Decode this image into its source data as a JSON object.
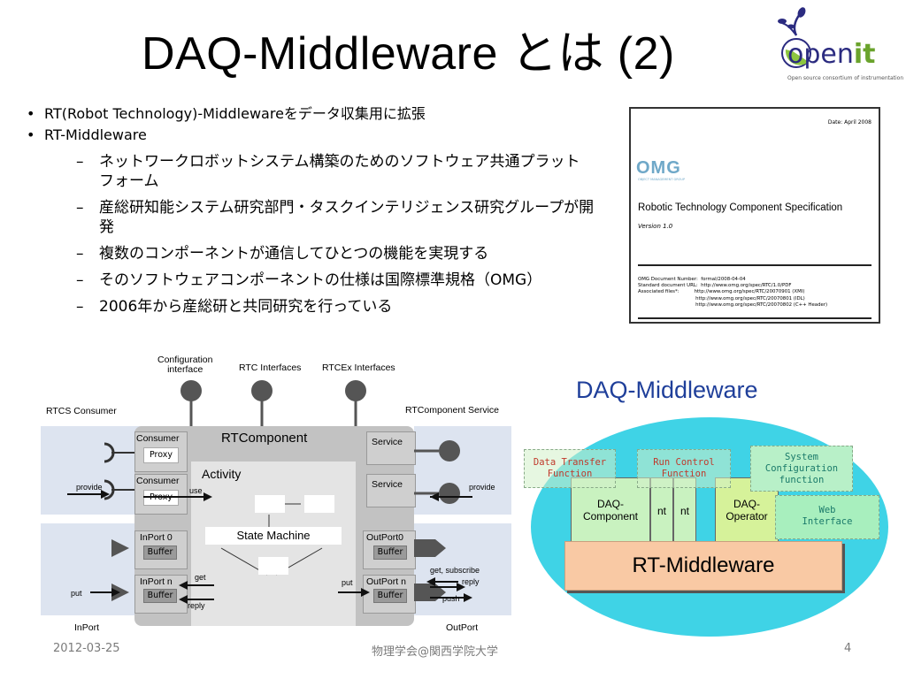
{
  "slide": {
    "title": "DAQ-Middleware とは (2)",
    "logo": {
      "main": "open",
      "accent": "it",
      "subtitle": "Open source consortium of instrumentation"
    },
    "bullets": [
      {
        "text": "RT(Robot Technology)-Middlewareをデータ収集用に拡張",
        "sub": []
      },
      {
        "text": "RT-Middleware",
        "sub": [
          "ネットワークロボットシステム構築のためのソフトウェア共通プラットフォーム",
          "産総研知能システム研究部門・タスクインテリジェンス研究グループが開発",
          "複数のコンポーネントが通信してひとつの機能を実現する",
          "そのソフトウェアコンポーネントの仕様は国際標準規格（OMG）",
          "2006年から産総研と共同研究を行っている"
        ]
      }
    ],
    "footer": {
      "date": "2012-03-25",
      "venue": "物理学会@関西学院大学",
      "page": "4"
    }
  },
  "doc": {
    "date": "Date: April 2008",
    "omg": "OMG",
    "omg_sub": "OBJECT MANAGEMENT GROUP",
    "title": "Robotic Technology Component Specification",
    "version": "Version 1.0",
    "meta": "OMG Document Number:  formal/2008-04-04\nStandard document URL:  http://www.omg.org/spec/RTC/1.0/PDF\nAssociated files*:          http://www.omg.org/spec/RTC/20070901 (XMI)\n                                      http://www.omg.org/spec/RTC/20070801 (IDL)\n                                      http://www.omg.org/spec/RTC/20070802 (C++ Header)"
  },
  "rtc_diagram": {
    "config_interface": "Configuration\ninterface",
    "rtc_interfaces": "RTC Interfaces",
    "rtcex_interfaces": "RTCEx Interfaces",
    "rtcs_consumer": "RTCS Consumer",
    "rtcomponent_service": "RTComponent Service",
    "rtcomponent": "RTComponent",
    "activity": "Activity",
    "state_machine": "State Machine",
    "consumer": "Consumer",
    "proxy": "Proxy",
    "service": "Service",
    "provide": "provide",
    "use": "use",
    "inport0": "InPort 0",
    "inportn": "InPort n",
    "outport0": "OutPort0",
    "outportn": "OutPort n",
    "buffer": "Buffer",
    "get": "get",
    "reply": "reply",
    "put": "put",
    "get_subscribe": "get, subscribe",
    "push": "push",
    "inport": "InPort",
    "outport": "OutPort"
  },
  "daq_diagram": {
    "title": "DAQ-Middleware",
    "data_transfer": "Data Transfer\nFunction",
    "run_control": "Run Control\nFunction",
    "system_config": "System\nConfiguration\nfunction",
    "daq_component": "DAQ-\nComponent",
    "nt": "nt",
    "daq_operator": "DAQ-\nOperator",
    "web_interface": "Web\nInterface",
    "rt_middleware": "RT-Middleware"
  }
}
